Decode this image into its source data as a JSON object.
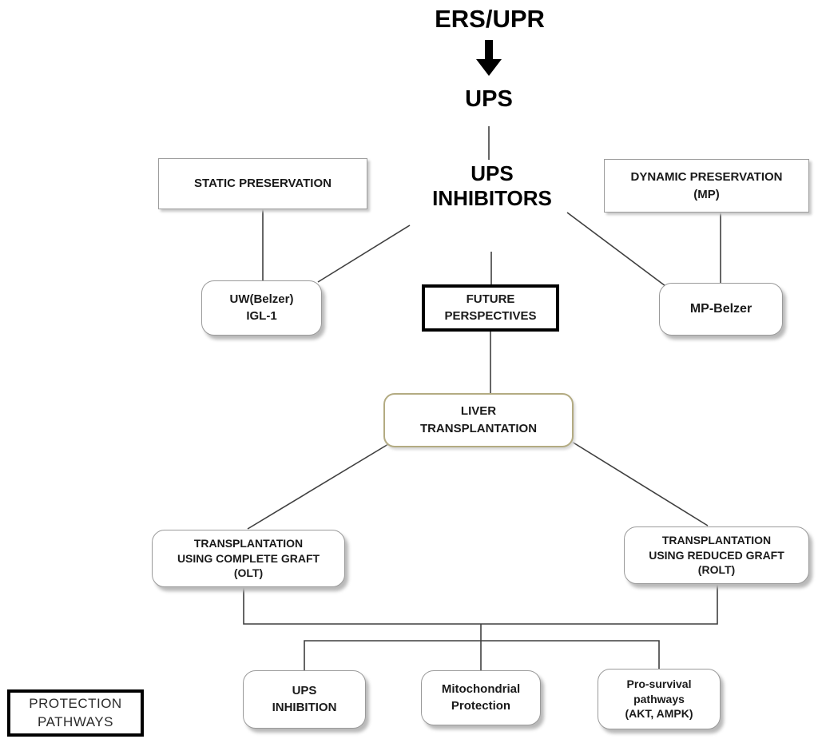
{
  "figure": {
    "type": "flowchart",
    "background": "#ffffff"
  },
  "colors": {
    "edge_line": "#3f3f3f",
    "box_border": "#9d9d9d",
    "thick_border": "#000000",
    "liver_box_border": "#b3ab82",
    "text": "#1a1a1a",
    "arrow_fill": "#000000"
  },
  "icons": {
    "flow_arrow": "thick-down-arrow"
  },
  "nodes": {
    "ers_upr": {
      "label": "ERS/UPR"
    },
    "ups": {
      "label": "UPS"
    },
    "ups_inhibitors": {
      "lines": [
        "UPS",
        "INHIBITORS"
      ]
    },
    "static_preservation": {
      "lines": [
        "STATIC PRESERVATION"
      ]
    },
    "dynamic_preservation": {
      "lines": [
        "DYNAMIC PRESERVATION",
        "(MP)"
      ]
    },
    "uw_belzer": {
      "lines": [
        "UW(Belzer)",
        "IGL-1"
      ]
    },
    "future_perspectives": {
      "lines": [
        "FUTURE",
        "PERSPECTIVES"
      ]
    },
    "mp_belzer": {
      "label": "MP-Belzer"
    },
    "liver_transplantation": {
      "lines": [
        "LIVER",
        "TRANSPLANTATION"
      ]
    },
    "olt": {
      "lines": [
        "TRANSPLANTATION",
        "USING COMPLETE GRAFT",
        "(OLT)"
      ]
    },
    "rolt": {
      "lines": [
        "TRANSPLANTATION",
        "USING REDUCED GRAFT",
        "(ROLT)"
      ]
    },
    "ups_inhibition": {
      "lines": [
        "UPS",
        "INHIBITION"
      ]
    },
    "mitochondrial_protection": {
      "lines": [
        "Mitochondrial",
        "Protection"
      ]
    },
    "pro_survival": {
      "lines": [
        "Pro-survival",
        "pathways",
        "(AKT, AMPK)"
      ]
    },
    "protection_pathways": {
      "lines": [
        "PROTECTION",
        "PATHWAYS"
      ]
    }
  }
}
